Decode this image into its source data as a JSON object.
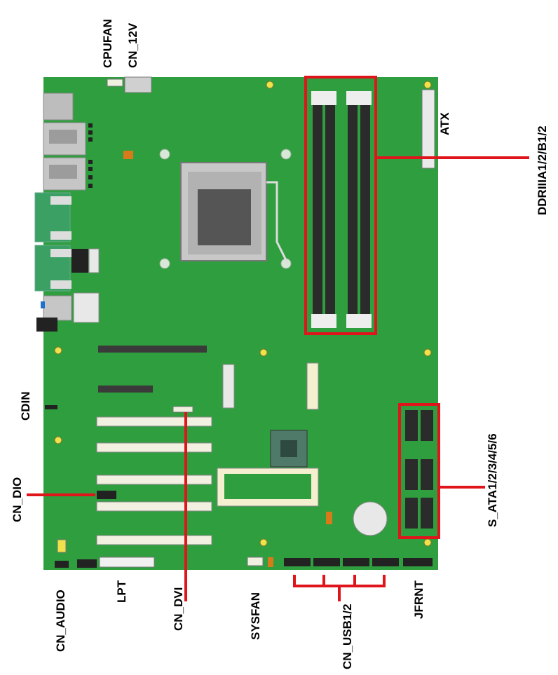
{
  "labels": {
    "cpufan": "CPUFAN",
    "cn_12v": "CN_12V",
    "atx": "ATX",
    "ddr": "DDRIIIA1/2/B1/2",
    "cdin": "CDIN",
    "cn_dio": "CN_DIO",
    "sata": "S_ATA1/2/3/4/5/6",
    "cn_audio": "CN_AUDIO",
    "lpt": "LPT",
    "cn_dvi": "CN_DVI",
    "sysfan": "SYSFAN",
    "cn_usb": "CN_USB1/2",
    "jfrnt": "JFRNT"
  },
  "colors": {
    "board": "#2f9e3f",
    "highlight": "#e0151b",
    "slot": "#3a3a3a",
    "dimm_slot": "#2b2b2b",
    "silver": "#c8c8c8",
    "mounting_hole": "#f0e24a",
    "pci_slot": "#f2f0e0"
  }
}
